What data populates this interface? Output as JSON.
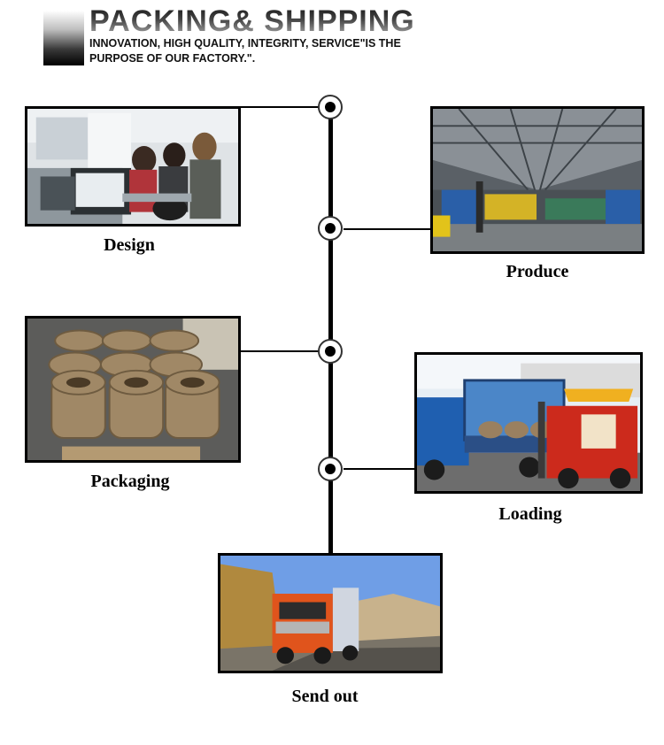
{
  "header": {
    "title": "PACKING& SHIPPING",
    "subtitle": "INNOVATION, HIGH QUALITY, INTEGRITY, SERVICE\"IS THE PURPOSE OF OUR FACTORY.\"."
  },
  "steps": [
    {
      "label": "Design",
      "image": "office-design-team-photo"
    },
    {
      "label": "Produce",
      "image": "factory-production-line-photo"
    },
    {
      "label": "Packaging",
      "image": "wire-coils-packaging-photo"
    },
    {
      "label": "Loading",
      "image": "forklift-truck-loading-photo"
    },
    {
      "label": "Send out",
      "image": "orange-truck-road-photo"
    }
  ],
  "colors": {
    "line": "#000000",
    "node_ring": "#333333",
    "text": "#000000"
  }
}
